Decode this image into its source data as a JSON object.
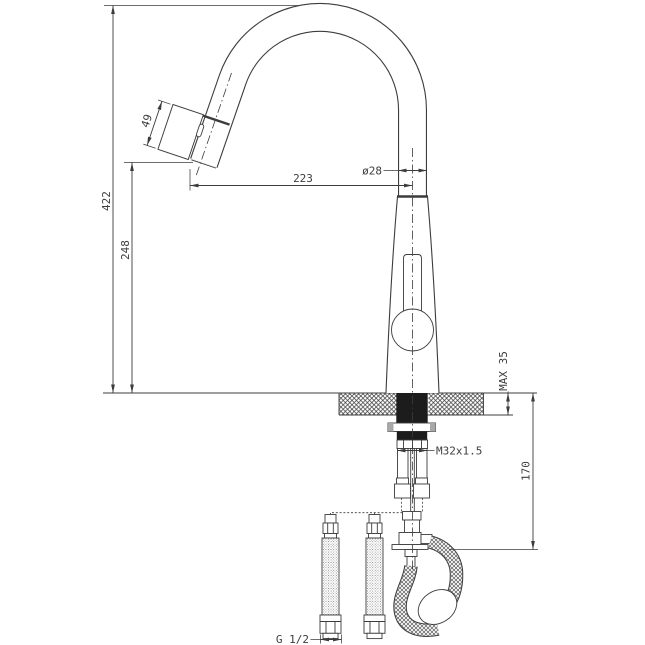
{
  "drawing": {
    "dimensions": {
      "overall_height": "422",
      "spout_tip_height": "248",
      "spout_reach": "223",
      "spray_head_length": "49",
      "spout_diameter": "ø28",
      "max_deck_thickness": "MAX 35",
      "mount_thread": "M32x1.5",
      "below_deck_depth": "170",
      "hose_thread": "G 1/2"
    },
    "colors": {
      "line": "#3c3c3c",
      "background": "#ffffff"
    }
  }
}
